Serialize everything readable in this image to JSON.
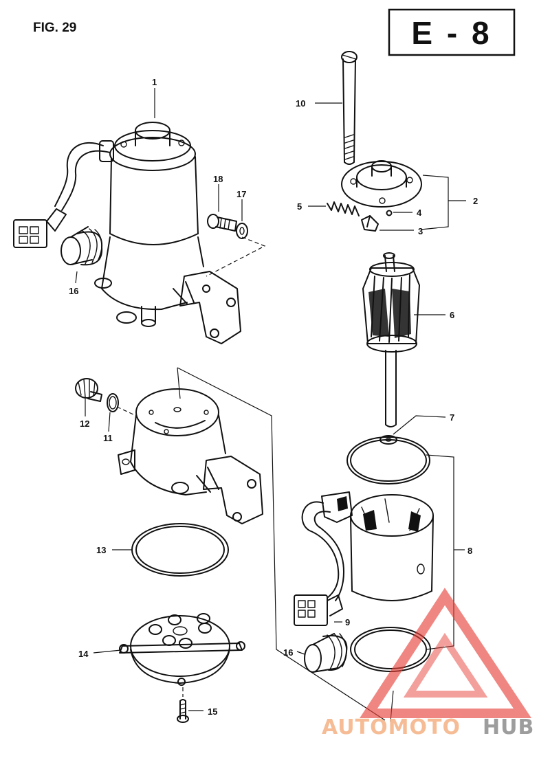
{
  "figure": {
    "label": "FIG. 29",
    "code": "E - 8"
  },
  "callouts": [
    "1",
    "2",
    "3",
    "4",
    "5",
    "6",
    "7",
    "8",
    "9",
    "10",
    "11",
    "12",
    "13",
    "14",
    "15",
    "16",
    "16",
    "17",
    "18"
  ],
  "watermark": {
    "part1": "AUTOMOTO",
    "part2": "HUB",
    "color_primary": "#e8423a",
    "color_secondary": "#8c8c8c"
  }
}
